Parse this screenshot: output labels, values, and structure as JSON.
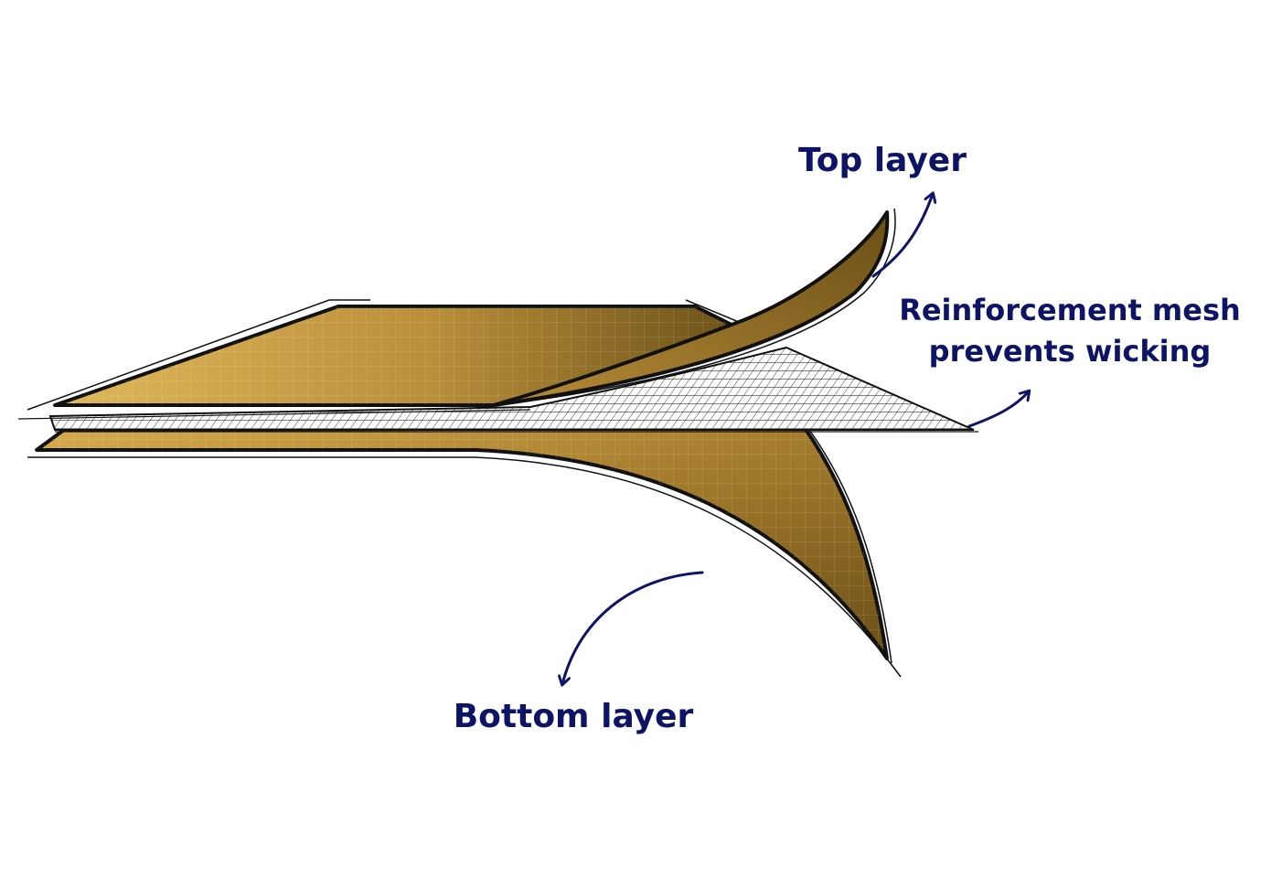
{
  "labels": {
    "top_layer": "Top layer",
    "mesh_line1": "Reinforcement mesh",
    "mesh_line2": "prevents wicking",
    "bottom_layer": "Bottom layer"
  },
  "colors": {
    "layer_light": "#d9b35a",
    "layer_dark": "#6b5118",
    "outline": "#111111",
    "arrow": "#0d1466",
    "text": "#0d1466",
    "mesh_line": "#1a1a1a",
    "mesh_fill": "#ffffff"
  }
}
